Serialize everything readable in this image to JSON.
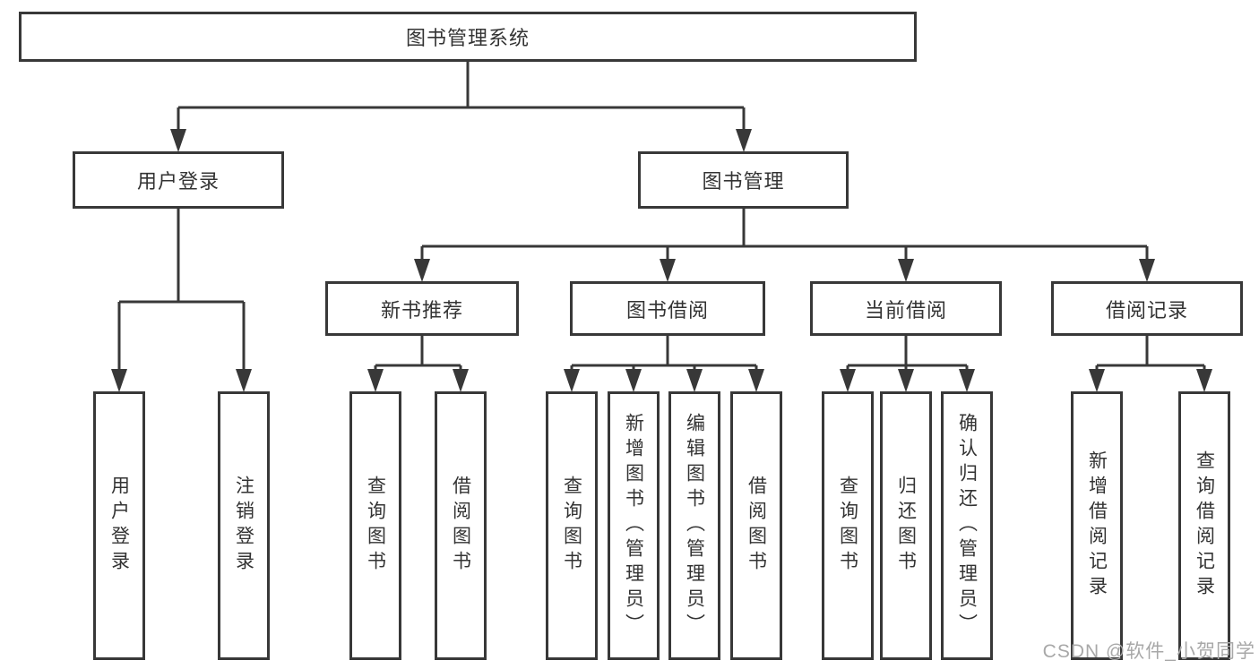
{
  "diagram": {
    "root": {
      "label": "图书管理系统"
    },
    "branches": [
      {
        "label": "用户登录",
        "children": [
          {
            "label": "用户登录"
          },
          {
            "label": "注销登录"
          }
        ]
      },
      {
        "label": "图书管理",
        "children": [
          {
            "label": "新书推荐",
            "children": [
              {
                "label": "查询图书"
              },
              {
                "label": "借阅图书"
              }
            ]
          },
          {
            "label": "图书借阅",
            "children": [
              {
                "label": "查询图书"
              },
              {
                "label": "新增图书（管理员）"
              },
              {
                "label": "编辑图书（管理员）"
              },
              {
                "label": "借阅图书"
              }
            ]
          },
          {
            "label": "当前借阅",
            "children": [
              {
                "label": "查询图书"
              },
              {
                "label": "归还图书"
              },
              {
                "label": "确认归还（管理员）"
              }
            ]
          },
          {
            "label": "借阅记录",
            "children": [
              {
                "label": "新增借阅记录"
              },
              {
                "label": "查询借阅记录"
              }
            ]
          }
        ]
      }
    ]
  },
  "watermark": {
    "text": "CSDN @软件_小贺同学"
  },
  "colors": {
    "line": "#383838",
    "box_border": "#383838",
    "box_fill": "#ffffff",
    "text": "#333333",
    "watermark": "#a8a8a8"
  }
}
